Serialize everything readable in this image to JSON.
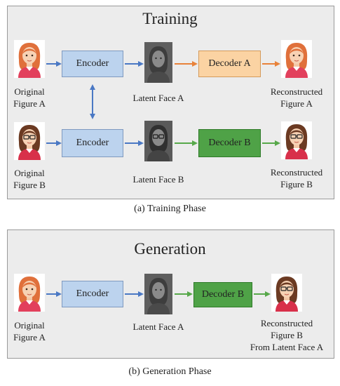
{
  "training": {
    "title": "Training",
    "caption": "(a)  Training Phase",
    "encoder_a": "Encoder",
    "encoder_b": "Encoder",
    "decoder_a": "Decoder A",
    "decoder_b": "Decoder B",
    "latent_a": "Latent Face A",
    "latent_b": "Latent Face B",
    "orig_a": [
      "Original",
      "Figure A"
    ],
    "orig_b": [
      "Original",
      "Figure B"
    ],
    "recon_a": [
      "Reconstructed",
      "Figure A"
    ],
    "recon_b": [
      "Reconstructed",
      "Figure B"
    ]
  },
  "generation": {
    "title": "Generation",
    "caption": "(b)  Generation Phase",
    "encoder": "Encoder",
    "decoder": "Decoder B",
    "latent": "Latent Face A",
    "orig": [
      "Original",
      "Figure A"
    ],
    "recon": [
      "Reconstructed",
      "Figure B",
      "From Latent Face A"
    ]
  },
  "colors": {
    "encoder_fill": "#bcd3ee",
    "decoder_a_fill": "#fbd3a3",
    "decoder_b_fill": "#4fa247",
    "arrow_blue": "#4a78c4",
    "arrow_orange": "#e8823a",
    "arrow_green": "#57a84a"
  },
  "icons": [
    "woman-avatar-icon",
    "woman-glasses-avatar-icon",
    "latent-face-icon"
  ]
}
